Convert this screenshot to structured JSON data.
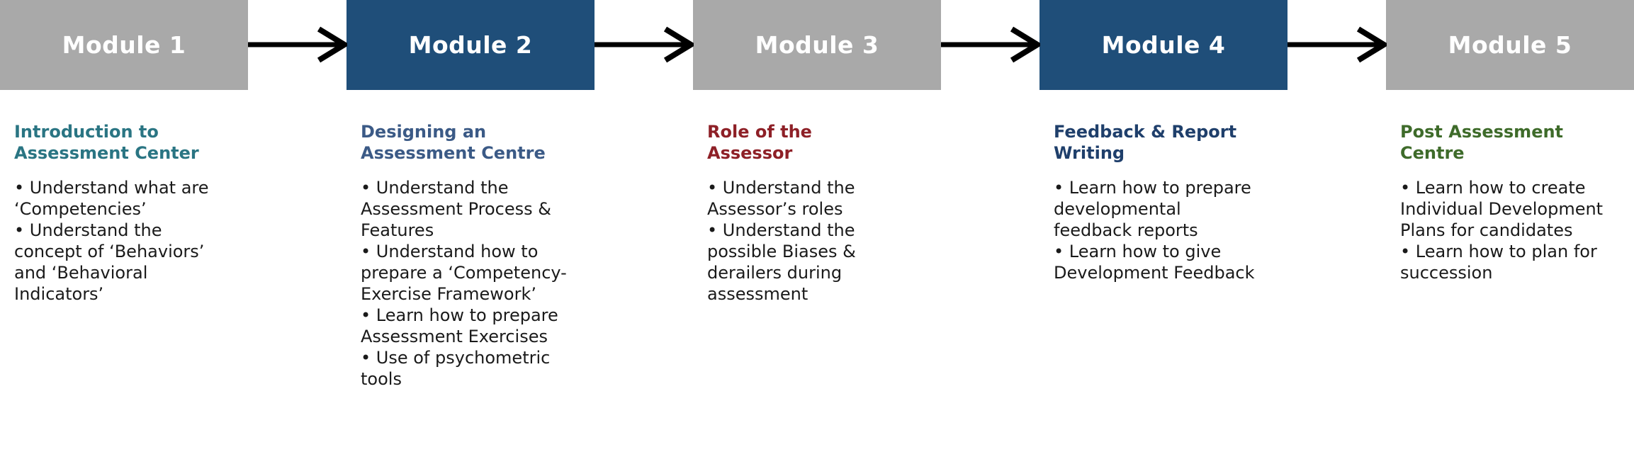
{
  "colors": {
    "box_gray": "#a9a9a9",
    "box_blue": "#1f4e79",
    "arrow": "#000000"
  },
  "modules": [
    {
      "label": "Module 1",
      "box_style": "gray",
      "heading": "Introduction to\nAssessment Center",
      "heading_color": "#2a7583",
      "bullets": [
        "• Understand what are\n‘Competencies’",
        "• Understand the\nconcept of  ‘Behaviors’\nand ‘Behavioral\nIndicators’"
      ]
    },
    {
      "label": "Module 2",
      "box_style": "blue",
      "heading": "Designing an\nAssessment Centre",
      "heading_color": "#3b5a86",
      "bullets": [
        "• Understand the\nAssessment Process &\nFeatures",
        "• Understand how to\nprepare a ‘Competency-\nExercise Framework’",
        "• Learn how to prepare\nAssessment Exercises",
        "• Use of psychometric\ntools"
      ]
    },
    {
      "label": "Module 3",
      "box_style": "gray",
      "heading": "Role of the\nAssessor",
      "heading_color": "#8e2027",
      "bullets": [
        "• Understand the\nAssessor’s roles",
        "• Understand the\npossible Biases &\nderailers during\nassessment"
      ]
    },
    {
      "label": "Module 4",
      "box_style": "blue",
      "heading": "Feedback & Report\nWriting",
      "heading_color": "#1f3f6b",
      "bullets": [
        "• Learn how to prepare\ndevelopmental\nfeedback reports",
        "• Learn how to give\nDevelopment Feedback"
      ]
    },
    {
      "label": "Module 5",
      "box_style": "gray",
      "heading": "Post Assessment\nCentre",
      "heading_color": "#3e6b2a",
      "bullets": [
        "• Learn how to create\nIndividual Development\nPlans for candidates",
        "• Learn how to plan for\nsuccession"
      ]
    }
  ]
}
